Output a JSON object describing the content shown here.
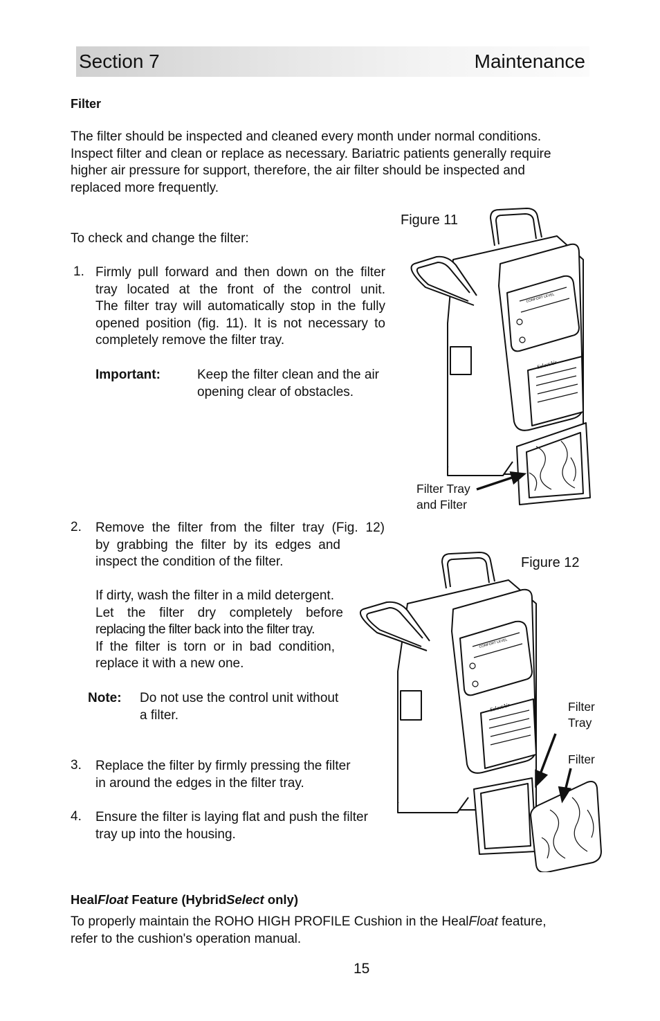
{
  "header": {
    "section": "Section 7",
    "title": "Maintenance"
  },
  "filter": {
    "heading": "Filter",
    "intro": [
      "The filter should be inspected and cleaned every month under normal conditions.",
      "Inspect filter and clean or replace as necessary. Bariatric patients generally require",
      "higher air pressure for support, therefore, the air filter should be inspected and",
      "replaced more frequently."
    ],
    "check_lead": "To check and change the filter:"
  },
  "steps": [
    {
      "num": "1.",
      "lines": [
        "Firmly pull forward and then down on the filter",
        "tray located at the front of the control unit.",
        "The filter tray will automatically stop in the fully",
        "opened position (fig. 11). It is not necessary to",
        "completely remove the filter tray."
      ]
    },
    {
      "num": "2.",
      "lines": [
        "Remove the filter from the filter tray (Fig. 12)",
        "by grabbing the filter by its edges and",
        "inspect the condition of the filter."
      ]
    },
    {
      "num": "3.",
      "lines": [
        "Replace the filter by firmly pressing the filter",
        "in around the edges in the filter tray."
      ]
    },
    {
      "num": "4.",
      "lines": [
        "Ensure the filter is laying flat and push the filter",
        "tray up into the housing."
      ]
    }
  ],
  "important": {
    "label": "Important:",
    "lines": [
      "Keep the filter clean and the air",
      "opening clear of obstacles."
    ]
  },
  "dirty": [
    "If dirty, wash the filter in a mild detergent.",
    "Let the filter dry completely before",
    "replacing the filter back into the filter tray.",
    "If the filter is torn or in bad condition,",
    "replace it with a new one."
  ],
  "note": {
    "label": "Note:",
    "lines": [
      "Do not use the control unit without",
      "a filter."
    ]
  },
  "figure11": {
    "title": "Figure 11",
    "callout": [
      "Filter Tray",
      "and Filter"
    ]
  },
  "figure12": {
    "title": "Figure 12",
    "callout_tray": [
      "Filter",
      "Tray"
    ],
    "callout_filter": "Filter"
  },
  "healfloat": {
    "h_pre": "Heal",
    "h_float": "Float",
    "h_mid": " Feature (Hybrid",
    "h_select": "Select",
    "h_post": " only)",
    "p1_pre": "To properly maintain the ROHO HIGH PROFILE Cushion in the Heal",
    "p1_float": "Float",
    "p1_post": " feature,",
    "p2": "refer to the cushion's operation manual."
  },
  "device_labels": {
    "comfort": "COMFORT LEVEL",
    "brand": "SelectAir"
  },
  "page_number": "15"
}
